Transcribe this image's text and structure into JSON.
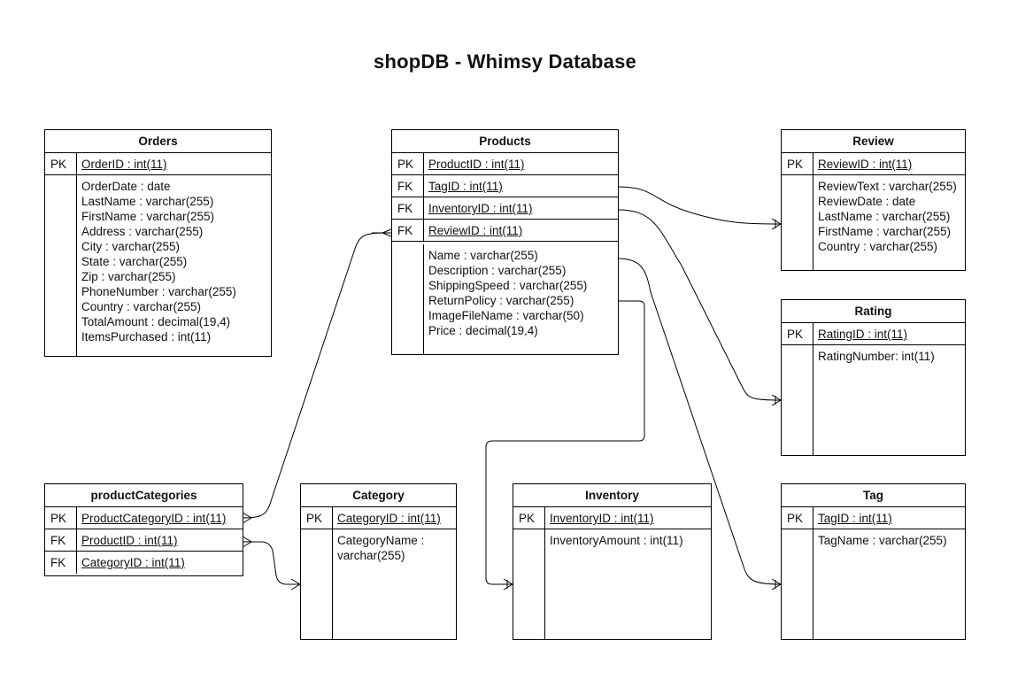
{
  "title": "shopDB - Whimsy Database",
  "tables": {
    "orders": {
      "name": "Orders",
      "keys": [
        {
          "type": "PK",
          "field": "OrderID : int(11)"
        }
      ],
      "fields": [
        "OrderDate : date",
        "LastName : varchar(255)",
        "FirstName : varchar(255)",
        "Address : varchar(255)",
        "City : varchar(255)",
        "State : varchar(255)",
        "Zip : varchar(255)",
        "PhoneNumber : varchar(255)",
        "Country : varchar(255)",
        "TotalAmount : decimal(19,4)",
        "ItemsPurchased : int(11)"
      ]
    },
    "products": {
      "name": "Products",
      "keys": [
        {
          "type": "PK",
          "field": "ProductID : int(11)"
        },
        {
          "type": "FK",
          "field": "TagID : int(11)"
        },
        {
          "type": "FK",
          "field": "InventoryID : int(11)"
        },
        {
          "type": "FK",
          "field": "ReviewID : int(11)"
        }
      ],
      "fields": [
        "Name : varchar(255)",
        "Description : varchar(255)",
        "ShippingSpeed : varchar(255)",
        "ReturnPolicy : varchar(255)",
        "ImageFileName : varchar(50)",
        "Price : decimal(19,4)"
      ]
    },
    "review": {
      "name": "Review",
      "keys": [
        {
          "type": "PK",
          "field": "ReviewID : int(11)"
        }
      ],
      "fields": [
        "ReviewText : varchar(255)",
        "ReviewDate : date",
        "LastName : varchar(255)",
        "FirstName : varchar(255)",
        "Country : varchar(255)"
      ]
    },
    "rating": {
      "name": "Rating",
      "keys": [
        {
          "type": "PK",
          "field": "RatingID : int(11)"
        }
      ],
      "fields": [
        "RatingNumber: int(11)"
      ]
    },
    "productCategories": {
      "name": "productCategories",
      "keys": [
        {
          "type": "PK",
          "field": "ProductCategoryID : int(11)"
        },
        {
          "type": "FK",
          "field": "ProductID : int(11)"
        },
        {
          "type": "FK",
          "field": "CategoryID : int(11)"
        }
      ],
      "fields": []
    },
    "category": {
      "name": "Category",
      "keys": [
        {
          "type": "PK",
          "field": "CategoryID : int(11)"
        }
      ],
      "fields": [
        "CategoryName :",
        "varchar(255)"
      ]
    },
    "inventory": {
      "name": "Inventory",
      "keys": [
        {
          "type": "PK",
          "field": "InventoryID : int(11)"
        }
      ],
      "fields": [
        "InventoryAmount : int(11)"
      ]
    },
    "tag": {
      "name": "Tag",
      "keys": [
        {
          "type": "PK",
          "field": "TagID : int(11)"
        }
      ],
      "fields": [
        "TagName : varchar(255)"
      ]
    }
  }
}
